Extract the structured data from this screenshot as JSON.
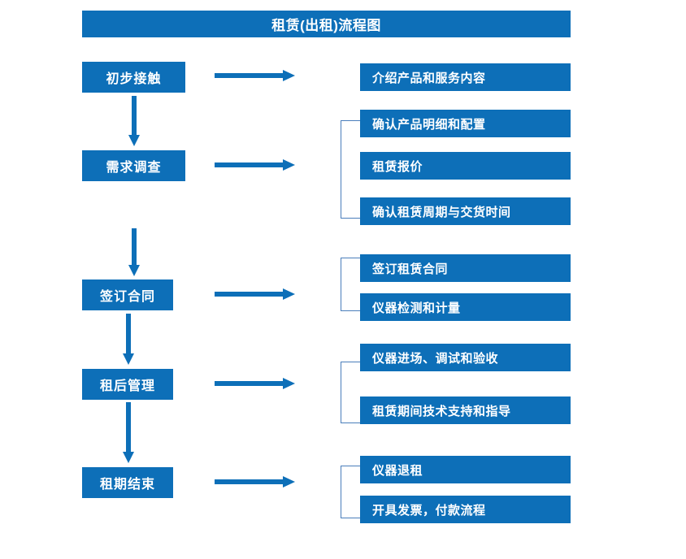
{
  "chart_data": {
    "type": "diagram",
    "title": "租赁(出租)流程图",
    "diagram_kind": "flowchart",
    "orientation": "vertical-with-side-details",
    "accent_color": "#0d6fb8",
    "bracket_color": "#4a7ebb",
    "text_color": "#ffffff",
    "background_color": "#ffffff",
    "stages": [
      {
        "label": "初步接触",
        "details": [
          "介绍产品和服务内容"
        ]
      },
      {
        "label": "需求调查",
        "details": [
          "确认产品明细和配置",
          "租赁报价",
          "确认租赁周期与交货时间"
        ]
      },
      {
        "label": "签订合同",
        "details": [
          "签订租赁合同",
          "仪器检测和计量"
        ]
      },
      {
        "label": "租后管理",
        "details": [
          "仪器进场、调试和验收",
          "租赁期间技术支持和指导"
        ]
      },
      {
        "label": "租期结束",
        "details": [
          "仪器退租",
          "开具发票，付款流程"
        ]
      }
    ]
  },
  "header": {
    "title": "租赁(出租)流程图"
  },
  "stages": [
    {
      "label": "初步接触"
    },
    {
      "label": "需求调查"
    },
    {
      "label": "签订合同"
    },
    {
      "label": "租后管理"
    },
    {
      "label": "租期结束"
    }
  ],
  "details": [
    {
      "label": "介绍产品和服务内容"
    },
    {
      "label": "确认产品明细和配置"
    },
    {
      "label": "租赁报价"
    },
    {
      "label": "确认租赁周期与交货时间"
    },
    {
      "label": "签订租赁合同"
    },
    {
      "label": "仪器检测和计量"
    },
    {
      "label": "仪器进场、调试和验收"
    },
    {
      "label": "租赁期间技术支持和指导"
    },
    {
      "label": "仪器退租"
    },
    {
      "label": "开具发票，付款流程"
    }
  ]
}
